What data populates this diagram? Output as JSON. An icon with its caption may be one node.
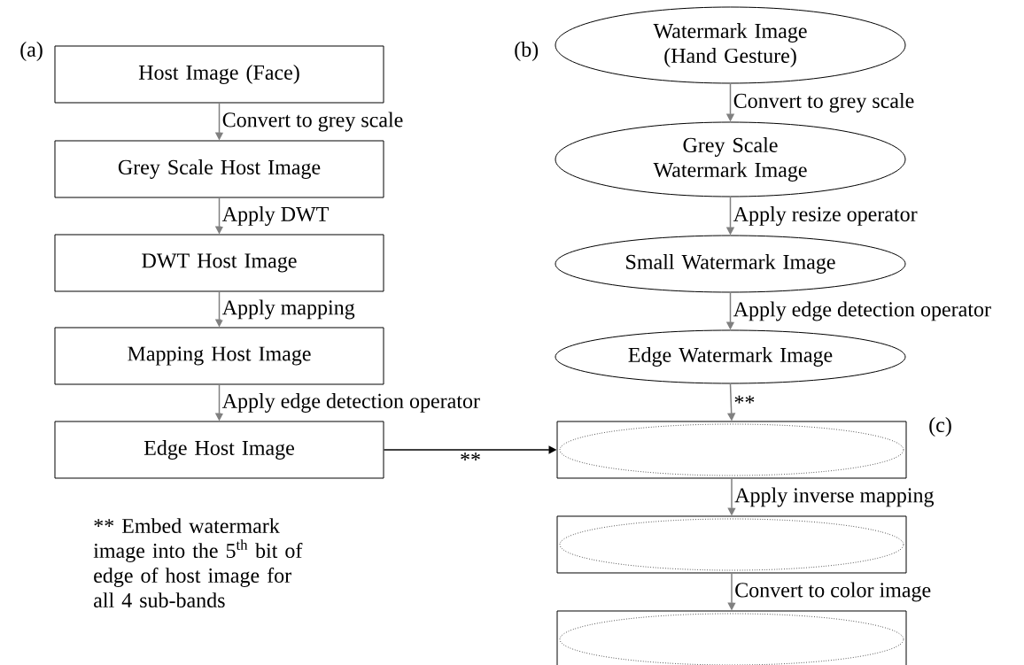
{
  "diagram": {
    "nodes": [
      {
        "text": [
          "Host Image (Face)"
        ]
      },
      {
        "text": [
          "Grey Scale Host Image"
        ]
      },
      {
        "text": [
          "DWT Host Image"
        ]
      },
      {
        "text": [
          "Mapping Host Image"
        ]
      },
      {
        "text": [
          "Edge Host Image"
        ]
      },
      {
        "text": [
          "Watermark Image (Hand Gesture)"
        ]
      },
      {
        "text": [
          "Grey Scale Watermark Image"
        ]
      },
      {
        "text": [
          "Small Watermark Image"
        ]
      },
      {
        "text": [
          "Edge Watermark Image"
        ]
      },
      {
        "text": [],
        "shape": "box"
      },
      {
        "text": [],
        "shape": "ellipse",
        "in": 9
      },
      {
        "text": [],
        "shape": "box"
      },
      {
        "text": [],
        "shape": "ellipse",
        "in": 11
      },
      {
        "text": [],
        "shape": "box"
      },
      {
        "text": [],
        "shape": "ellipse",
        "in": 13
      }
    ],
    "edges": [
      {
        "from": 0,
        "to": 1,
        "arrow": "to",
        "label": "Convert to grey scale"
      },
      {
        "from": 1,
        "to": 2,
        "arrow": "to",
        "label": "Apply DWT"
      },
      {
        "from": 2,
        "to": 3,
        "arrow": "to",
        "label": "Apply mapping"
      },
      {
        "from": 3,
        "to": 4,
        "arrow": "to",
        "label": "Apply edge detection operator"
      },
      {
        "from": 5,
        "to": 6,
        "arrow": "to",
        "label": "Convert to grey scale"
      },
      {
        "from": 6,
        "to": 7,
        "arrow": "to",
        "label": "Apply resize operator"
      },
      {
        "from": 7,
        "to": 8,
        "arrow": "to",
        "label": "Apply edge detection operator"
      },
      {
        "from": 8,
        "to": 9,
        "arrow": "to",
        "label": "**"
      },
      {
        "from": 4,
        "to": 9,
        "arrow": "to",
        "label": "**",
        "color": "#000000"
      },
      {
        "from": 9,
        "to": 11,
        "arrow": "to",
        "label": "Apply inverse mapping"
      },
      {
        "from": 11,
        "to": 13,
        "arrow": "to",
        "label": "Convert to color image"
      }
    ],
    "labels": [
      "(a)",
      "(b)",
      "(c)",
      "** Embed watermark image into the 5$^{th}$ bit of edge of host image for all 4 sub-bands"
    ]
  }
}
